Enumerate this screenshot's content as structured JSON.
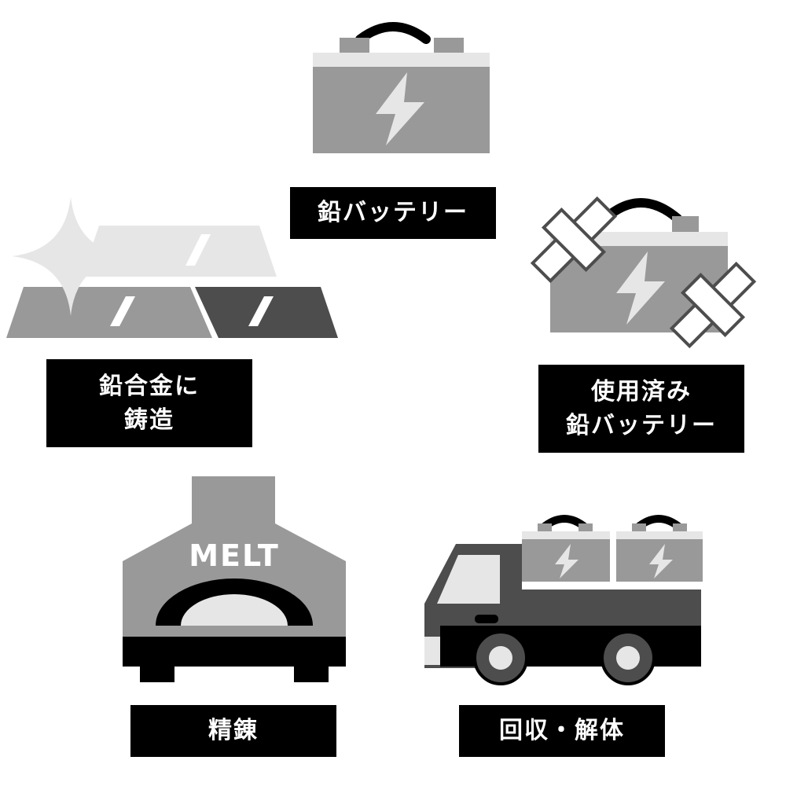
{
  "stages": {
    "battery": {
      "label": "鉛バッテリー"
    },
    "used_battery": {
      "label_line1": "使用済み",
      "label_line2": "鉛バッテリー"
    },
    "recovery": {
      "label": "回収・解体"
    },
    "refining": {
      "label": "精錬",
      "furnace_text": "MELT"
    },
    "alloy": {
      "label_line1": "鉛合金に",
      "label_line2": "鋳造"
    }
  },
  "colors": {
    "black": "#000000",
    "dark_gray": "#4d4d4d",
    "mid_gray": "#999999",
    "light_gray": "#e6e6e6",
    "white": "#ffffff"
  },
  "icons": [
    "battery-icon",
    "used-battery-icon",
    "truck-icon",
    "furnace-icon",
    "lead-ingot-icon",
    "lightning-bolt-icon",
    "bandage-icon",
    "sparkle-icon"
  ]
}
